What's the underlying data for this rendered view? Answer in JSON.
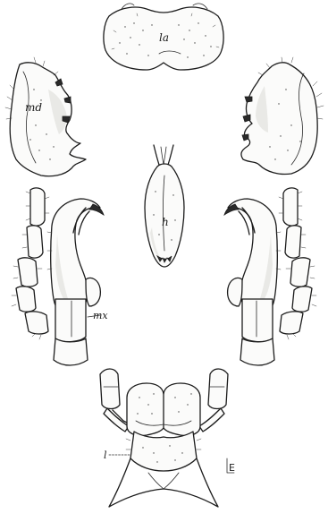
{
  "figure": {
    "labels": {
      "labium": "la",
      "mandible": "md",
      "hypopharynx": "h",
      "maxilla": "mx",
      "lower_lip": "l"
    },
    "scale_mark": "E"
  }
}
